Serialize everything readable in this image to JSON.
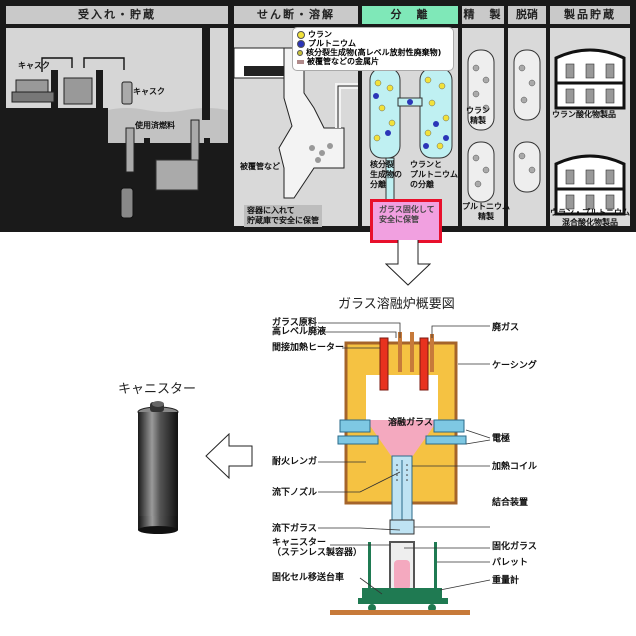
{
  "process_flow": {
    "stages": [
      {
        "id": "receiving",
        "label": "受入れ・貯蔵",
        "active": false
      },
      {
        "id": "shearing",
        "label": "せん断・溶解",
        "active": false
      },
      {
        "id": "separation",
        "label": "分　離",
        "active": true
      },
      {
        "id": "purification",
        "label": "精　製",
        "active": false
      },
      {
        "id": "denitration",
        "label": "脱硝",
        "active": false
      },
      {
        "id": "product_storage",
        "label": "製品貯蔵",
        "active": false
      }
    ],
    "legend": [
      {
        "label": "ウラン",
        "color": "#f2e23a"
      },
      {
        "label": "プルトニウム",
        "color": "#2b35b8"
      },
      {
        "label": "核分裂生成物(高レベル放射性廃棄物)",
        "color": "#c8c23a"
      },
      {
        "label": "被覆管などの金属片",
        "color": "#b08a8a"
      }
    ],
    "labels": {
      "cask1": "キャスク",
      "cask2": "キャスク",
      "spent_fuel": "使用済燃料",
      "hulls": "被覆管など",
      "hull_storage": "容器に入れて\n貯蔵庫で安全に保管",
      "fp_separation": "核分裂\n生成物の\n分離",
      "u_pu_separation": "ウランと\nプルトニウム\nの分離",
      "u_purification": "ウラン\n精製",
      "pu_purification": "プルトニウム\n精製",
      "u_oxide": "ウラン酸化物製品",
      "mox": "ウラン・プルトニウム\n混合酸化物製品",
      "vitrify": "ガラス固化して\n安全に保管"
    },
    "colors": {
      "active_stage": "#7fe8b8",
      "highlight_border": "#e8102c",
      "highlight_fill": "#f1a0e0",
      "solution": "#bff0f2"
    }
  },
  "melter": {
    "title": "ガラス溶融炉概要図",
    "labels": {
      "glass_raw": "ガラス原料",
      "hlw": "高レベル廃液",
      "heater": "間接加熱ヒーター",
      "offgas": "廃ガス",
      "casing": "ケーシング",
      "molten_glass": "溶融ガラス",
      "electrode": "電極",
      "refractory": "耐火レンガ",
      "heating_coil": "加熱コイル",
      "nozzle": "流下ノズル",
      "coupling": "結合装置",
      "flowing_glass": "流下ガラス",
      "canister": "キャニスター\n（ステンレス製容器）",
      "solid_glass": "固化ガラス",
      "pallet": "パレット",
      "cart": "固化セル移送台車",
      "scale": "重量計"
    },
    "colors": {
      "brick": "#f5c242",
      "casing": "#a5642a",
      "molten": "#f4a9bf",
      "electrode": "#7ec8e3",
      "heater": "#e8321e",
      "frame": "#1f7a52"
    }
  },
  "canister": {
    "title": "キャニスター"
  }
}
